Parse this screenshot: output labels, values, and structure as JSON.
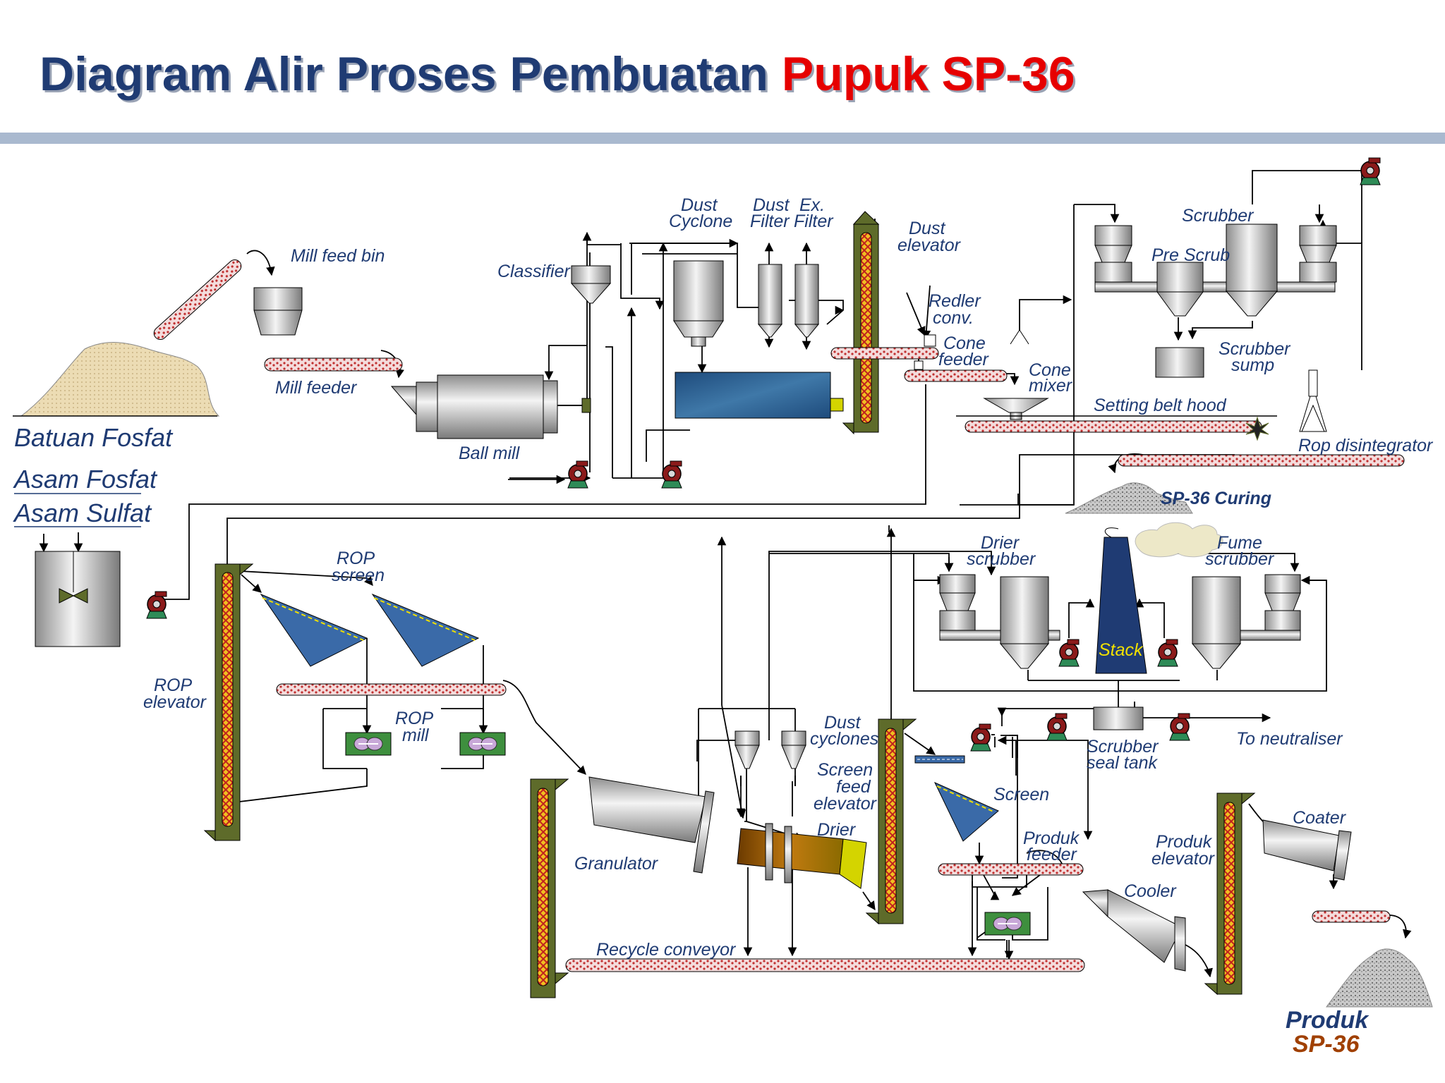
{
  "title": {
    "part1": "Diagram Alir Proses Pembuatan",
    "part2": "Pupuk SP-36"
  },
  "labels": {
    "mill_feed_bin": "Mill feed bin",
    "mill_feeder": "Mill feeder",
    "batuan_fosfat": "Batuan Fosfat",
    "asam_fosfat": "Asam Fosfat",
    "asam_sulfat": "Asam Sulfat",
    "ball_mill": "Ball mill",
    "classifier": "Classifier",
    "dust_cyclone_1": "Dust",
    "dust_cyclone_2": "Cyclone",
    "dust_filter_1": "Dust",
    "dust_filter_2": "Filter",
    "ex_filter_1": "Ex.",
    "ex_filter_2": "Filter",
    "dust_elevator_1": "Dust",
    "dust_elevator_2": "elevator",
    "redler_1": "Redler",
    "redler_2": "conv.",
    "cone_feeder_1": "Cone",
    "cone_feeder_2": "feeder",
    "cone_mixer_1": "Cone",
    "cone_mixer_2": "mixer",
    "setting_belt_hood": "Setting belt hood",
    "scrubber": "Scrubber",
    "pre_scrub": "Pre Scrub",
    "scrubber_sump_1": "Scrubber",
    "scrubber_sump_2": "sump",
    "rop_disintegrator": "Rop disintegrator",
    "sp36_curing": "SP-36 Curing",
    "rop_screen_1": "ROP",
    "rop_screen_2": "screen",
    "rop_elevator_1": "ROP",
    "rop_elevator_2": "elevator",
    "rop_mill_1": "ROP",
    "rop_mill_2": "mill",
    "drier_scrubber_1": "Drier",
    "drier_scrubber_2": "scrubber",
    "fume_scrubber_1": "Fume",
    "fume_scrubber_2": "scrubber",
    "stack": "Stack",
    "dust_cyclones_1": "Dust",
    "dust_cyclones_2": "cyclones",
    "screen_feed_elevator_1": "Screen",
    "screen_feed_elevator_2": "feed",
    "screen_feed_elevator_3": "elevator",
    "scrubber_seal_tank_1": "Scrubber",
    "scrubber_seal_tank_2": "seal tank",
    "to_neutraliser": "To neutraliser",
    "screen": "Screen",
    "produk_feeder_1": "Produk",
    "produk_feeder_2": "feeder",
    "produk_elevator_1": "Produk",
    "produk_elevator_2": "elevator",
    "coater": "Coater",
    "granulator": "Granulator",
    "drier": "Drier",
    "cooler": "Cooler",
    "recycle_conveyor": "Recycle conveyor",
    "produk_1": "Produk",
    "produk_2": "SP-36"
  },
  "colors": {
    "title_blue": "#1f3b73",
    "title_red": "#e60000",
    "olive": "#5e6b2a",
    "pump_red": "#8b1a1a",
    "screen_blue": "#3a6aa8",
    "mill_green": "#3e8f3e",
    "stack_blue": "#1f3b73"
  }
}
